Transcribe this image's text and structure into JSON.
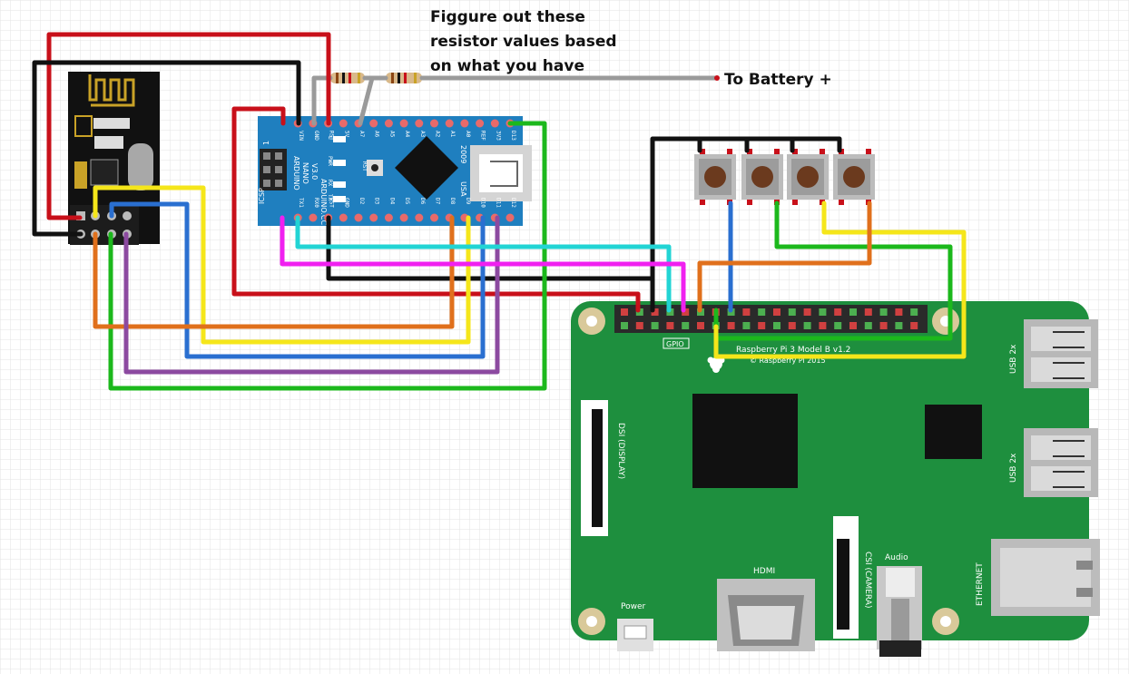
{
  "annotation": {
    "lines": [
      "Figgure out these",
      "resistor values based",
      "on what you have"
    ],
    "battery_label": "To Battery +"
  },
  "arduino": {
    "top_pins": [
      "D13",
      "3V3",
      "REF",
      "A0",
      "A1",
      "A2",
      "A3",
      "A4",
      "A5",
      "A6",
      "A7",
      "5V",
      "RST",
      "GND",
      "VIN"
    ],
    "bottom_pins": [
      "D12",
      "D11",
      "D10",
      "D9",
      "D8",
      "D7",
      "D6",
      "D5",
      "D4",
      "D3",
      "D2",
      "GND",
      "RST",
      "RX0",
      "TX1"
    ],
    "board_name": [
      "ARDUINO",
      "NANO",
      "V3.0"
    ],
    "year": "2009",
    "site": "ARDUINO.CC",
    "usb_label": "USA",
    "icsp_label": "ICSP",
    "one_label": "1",
    "led_labels": [
      "L",
      "PWR",
      "RX",
      "TX"
    ],
    "rst_label": "RST"
  },
  "raspberry_pi": {
    "gpio_label": "GPIO",
    "model": "Raspberry Pi 3 Model B v1.2",
    "copyright": "© Raspberry Pi 2015",
    "dsi_label": "DSI (DISPLAY)",
    "csi_label": "CSI (CAMERA)",
    "hdmi_label": "HDMI",
    "audio_label": "Audio",
    "power_label": "Power",
    "usb_label": "USB 2x",
    "ethernet_label": "ETHERNET"
  },
  "colors": {
    "wire_red": "#c8101a",
    "wire_black": "#111111",
    "wire_green": "#1cb81c",
    "wire_blue": "#2a6fd0",
    "wire_yellow": "#f5e61a",
    "wire_orange": "#e0701c",
    "wire_purple": "#8c4aa0",
    "wire_cyan": "#22d4d4",
    "wire_magenta": "#f020f0",
    "wire_gray": "#9a9a9a",
    "arduino_board": "#1f7fbf",
    "pi_board": "#1e8f3e",
    "nrf_board": "#111111"
  }
}
